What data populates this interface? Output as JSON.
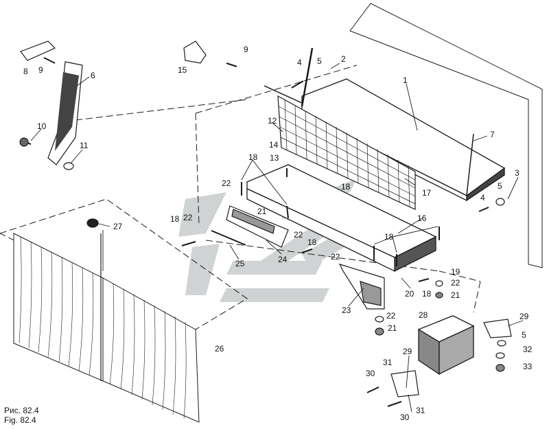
{
  "caption": {
    "ru": "Рис. 82.4",
    "en": "Fig. 82.4"
  },
  "callouts": [
    "1",
    "2",
    "3",
    "4",
    "4",
    "5",
    "5",
    "5",
    "6",
    "7",
    "8",
    "9",
    "9",
    "10",
    "11",
    "12",
    "13",
    "14",
    "15",
    "16",
    "17",
    "18",
    "18",
    "18",
    "18",
    "18",
    "18",
    "19",
    "20",
    "21",
    "21",
    "21",
    "22",
    "22",
    "22",
    "22",
    "22",
    "22",
    "23",
    "24",
    "25",
    "26",
    "27",
    "28",
    "29",
    "29",
    "30",
    "30",
    "31",
    "31",
    "32",
    "33"
  ],
  "colors": {
    "line": "#1a1a1a",
    "watermark": "#c8cccc"
  }
}
